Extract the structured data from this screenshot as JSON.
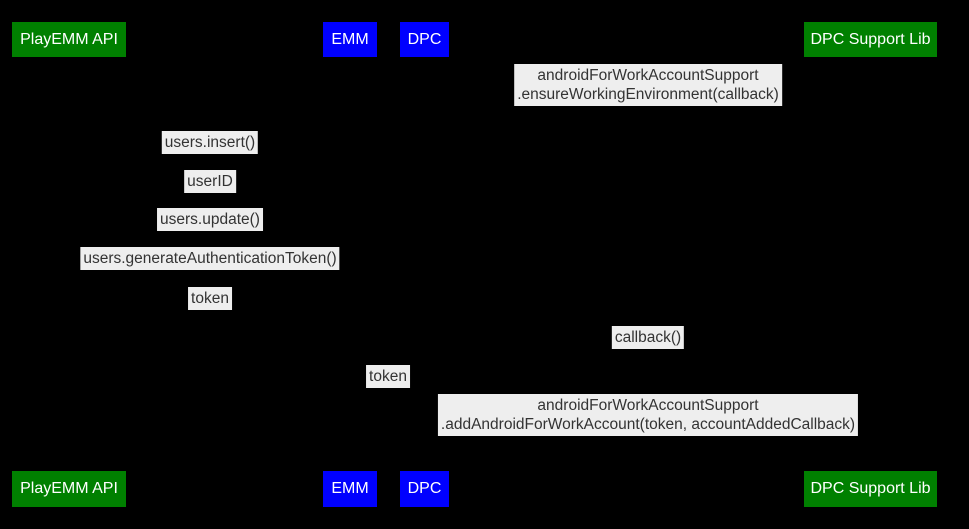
{
  "palette": {
    "background": "#000000",
    "actor_green": "#008000",
    "actor_blue": "#0000ff",
    "actor_text": "#ffffff",
    "message_bg": "#eeeeee",
    "message_text": "#333333"
  },
  "actors": {
    "playemm": {
      "label": "PlayEMM API",
      "color": "#008000"
    },
    "emm": {
      "label": "EMM",
      "color": "#0000ff"
    },
    "dpc": {
      "label": "DPC",
      "color": "#0000ff"
    },
    "dpclib": {
      "label": "DPC Support Lib",
      "color": "#008000"
    }
  },
  "messages": {
    "ensure_env": {
      "line1": "androidForWorkAccountSupport",
      "line2": ".ensureWorkingEnvironment(callback)"
    },
    "users_insert": {
      "label": "users.insert()"
    },
    "user_id": {
      "label": "userID"
    },
    "users_update": {
      "label": "users.update()"
    },
    "gen_auth_token": {
      "label": "users.generateAuthenticationToken()"
    },
    "token_return": {
      "label": "token"
    },
    "callback": {
      "label": "callback()"
    },
    "token_pass": {
      "label": "token"
    },
    "add_account": {
      "line1": "androidForWorkAccountSupport",
      "line2": ".addAndroidForWorkAccount(token, accountAddedCallback)"
    }
  }
}
